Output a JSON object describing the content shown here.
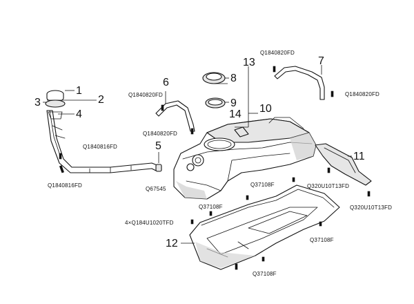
{
  "callouts": {
    "n1": "1",
    "n2": "2",
    "n3": "3",
    "n4": "4",
    "n5": "5",
    "n6": "6",
    "n7": "7",
    "n8": "8",
    "n9": "9",
    "n10": "10",
    "n11": "11",
    "n12": "12",
    "n13": "13",
    "n14": "14"
  },
  "part_codes": {
    "bolt_6_top": "Q1840820FD",
    "bolt_6_bottom": "Q1840820FD",
    "bolt_7_top": "Q1840820FD",
    "bolt_7_right": "Q1840820FD",
    "bolt_filler_upper": "Q1840816FD",
    "bolt_filler_lower": "Q1840816FD",
    "clamp_5": "Q67545",
    "nut_11_upper": "Q320U10T13FD",
    "nut_11_lower": "Q320U10T13FD",
    "nut_top": "Q37108F",
    "nut_left": "Q37108F",
    "nut_right": "Q37108F",
    "nut_bottom": "Q37108F",
    "bolt_qty_left": "4×Q184U1020TFD"
  }
}
